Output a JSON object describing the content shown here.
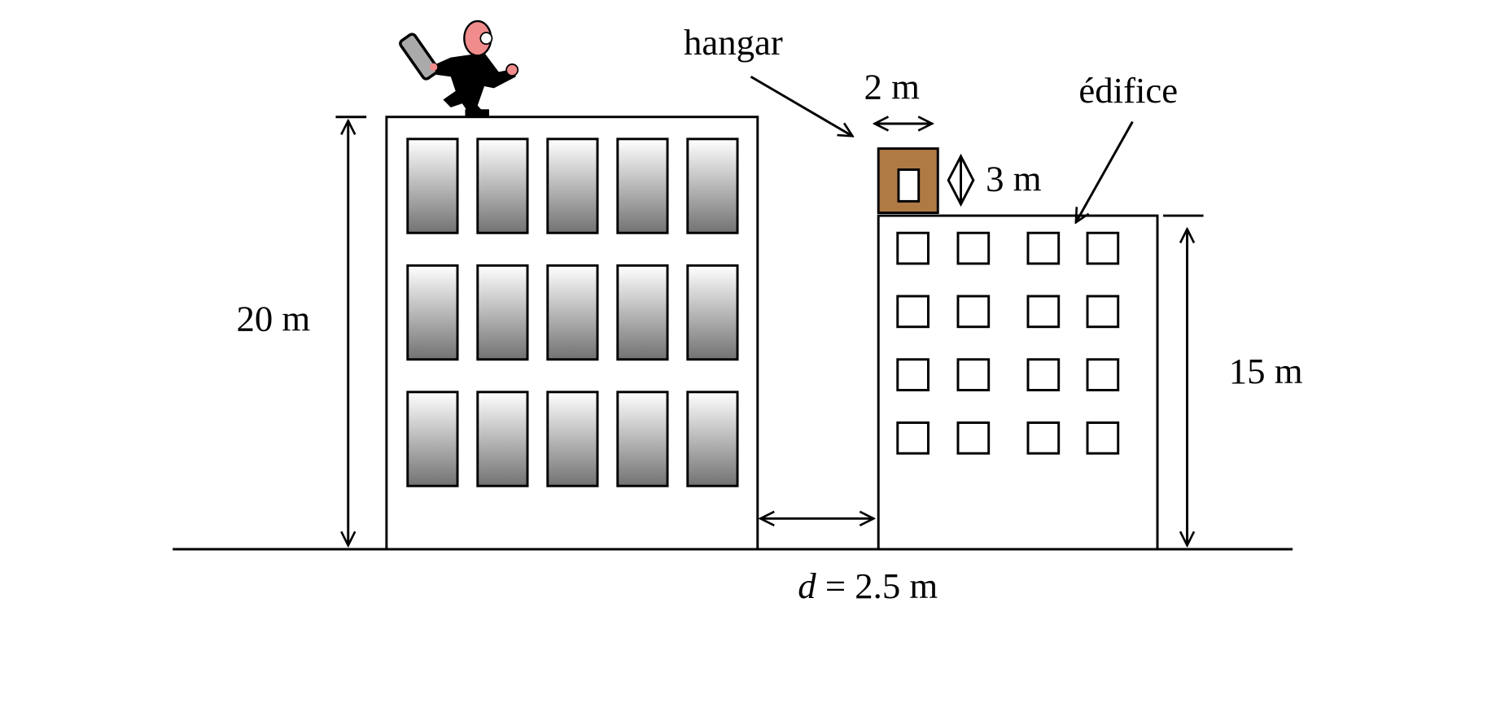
{
  "labels": {
    "height_tall": "20 m",
    "height_short": "15 m",
    "hangar": "hangar",
    "building": "édifice",
    "hangar_width": "2 m",
    "hangar_height": "3 m",
    "distance_var": "d",
    "distance_value": " = 2.5 m"
  },
  "colors": {
    "hangar": "#b07a45",
    "window_top": "#ffffff",
    "window_bottom": "#727272",
    "skin": "#f08c8c"
  }
}
